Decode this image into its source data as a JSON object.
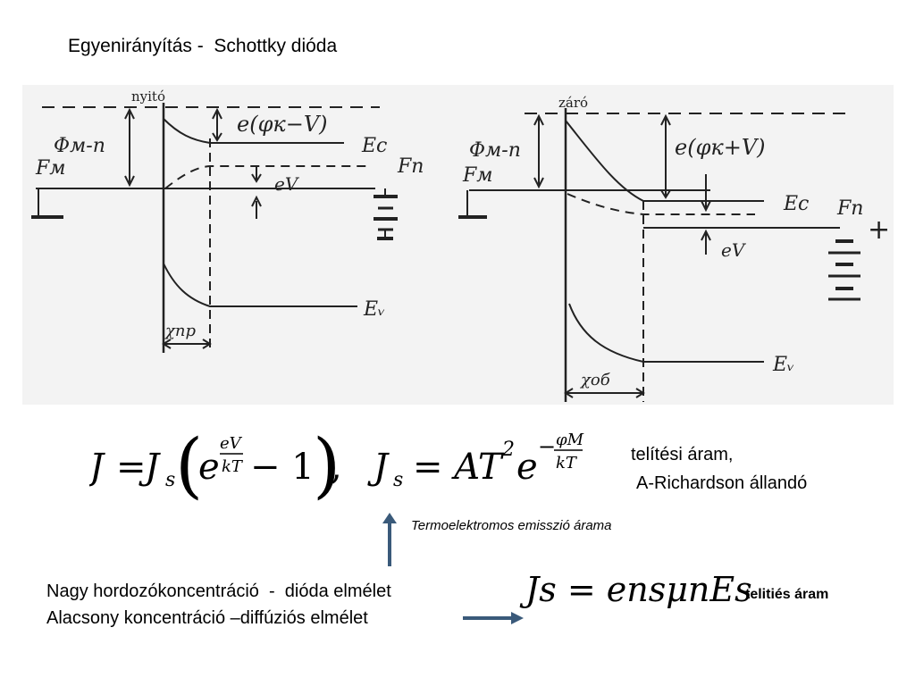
{
  "title": "Egyenirányítás -  Schottky dióda",
  "diagram": {
    "left": {
      "state_label": "nyitó",
      "phi_label": "Φм-п",
      "fm_label": "Fм",
      "barrier_label": "e(φк−V)",
      "ec_label": "Ec",
      "fn_label": "Fп",
      "ev_label": "eV",
      "evalence_label": "Eᵥ",
      "width_label": "χпр"
    },
    "right": {
      "state_label": "záró",
      "phi_label": "Φм-п",
      "fm_label": "Fм",
      "barrier_label": "e(φк+V)",
      "ec_label": "Ec",
      "fn_label": "Fп",
      "ev_label": "eV",
      "evalence_label": "Eᵥ",
      "width_label": "χоб",
      "plus_label": "+"
    }
  },
  "equations": {
    "main_J": "J",
    "main_eq": "=",
    "main_Js": "J",
    "main_s_sub": "s",
    "main_e": "e",
    "exp_num": "eV",
    "exp_den": "kT",
    "minus_one": "− 1",
    "comma": ",",
    "js2_J": "J",
    "js2_s": "s",
    "js2_eq": "= AT",
    "js2_sq": "2",
    "js2_e": "e",
    "js2_exp_minus": "−",
    "js2_exp_num": "φM",
    "js2_exp_den": "kT",
    "js3": "Js = ensμnEs"
  },
  "labels": {
    "saturation": "telítési áram,",
    "richardson": "A-Richardson állandó",
    "thermo": "Termoelektromos emisszió árama",
    "line1": "Nagy hordozókoncentráció  -  dióda elmélet",
    "line2": "Alacsony koncentráció –diffúziós elmélet",
    "telities": "telitiés áram"
  },
  "colors": {
    "arrow": "#3a5a7a",
    "panel": "#f3f3f3"
  }
}
